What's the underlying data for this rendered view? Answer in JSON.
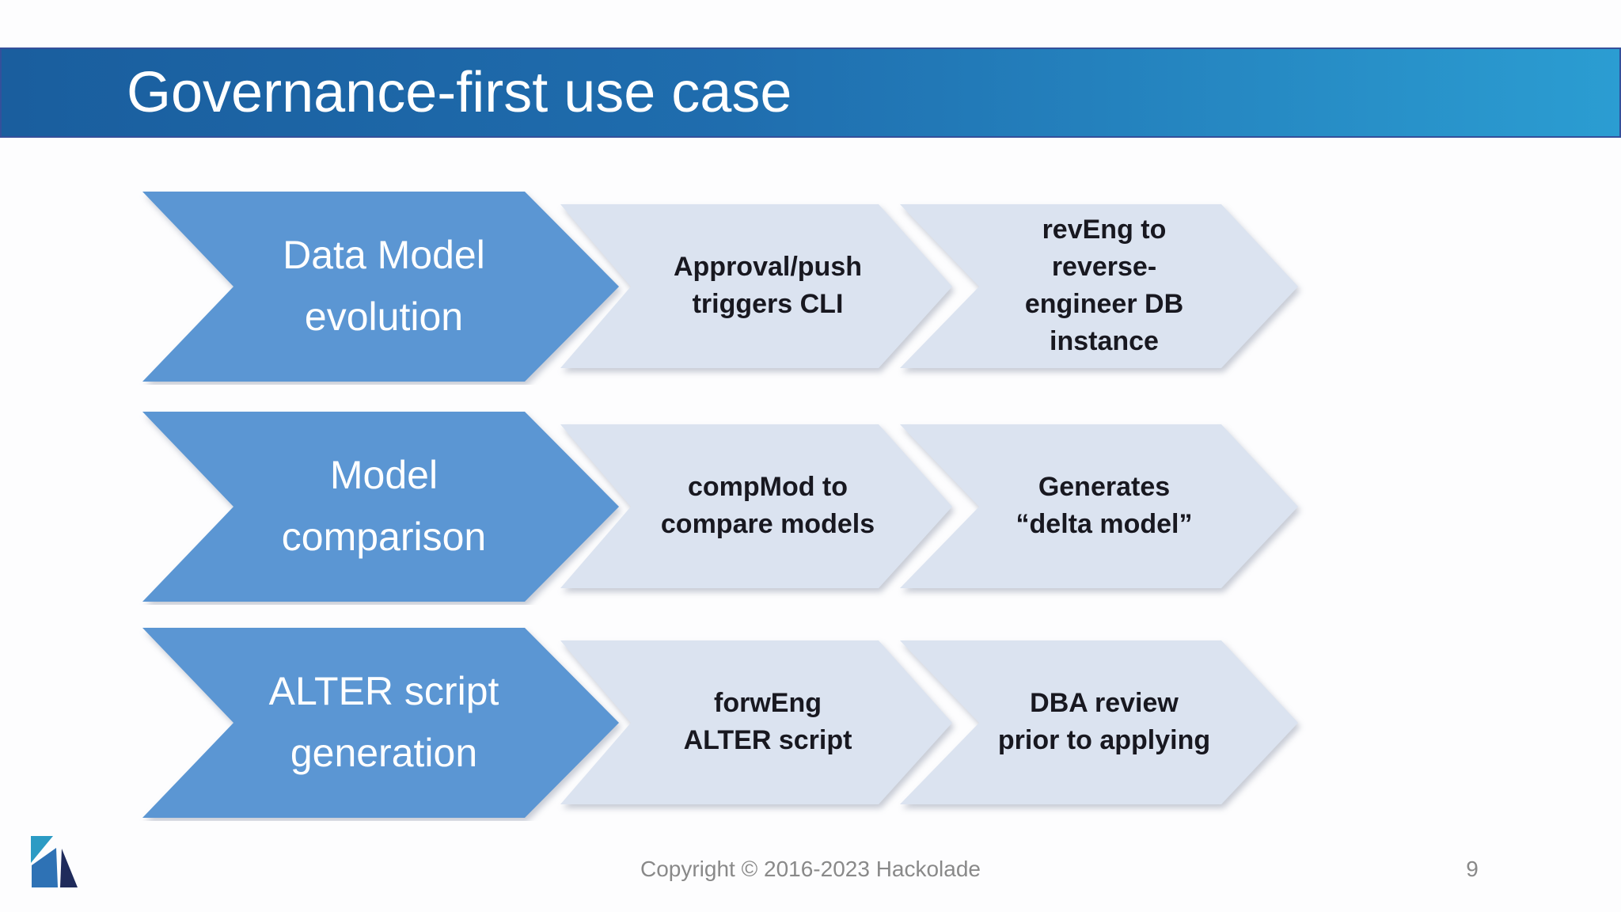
{
  "title_bar": {
    "title": "Governance-first use case"
  },
  "rows": [
    {
      "primary": "Data Model\nevolution",
      "steps": [
        {
          "text": "Approval/push\ntriggers CLI"
        },
        {
          "text": "revEng to\nreverse-\nengineer DB\ninstance"
        }
      ]
    },
    {
      "primary": "Model\ncomparison",
      "steps": [
        {
          "text": "compMod to\ncompare models"
        },
        {
          "text": "Generates\n“delta model”"
        }
      ]
    },
    {
      "primary": "ALTER script\ngeneration",
      "steps": [
        {
          "text": "forwEng\nALTER script"
        },
        {
          "text": "DBA review\nprior to applying"
        }
      ]
    }
  ],
  "footer": {
    "copyright": "Copyright © 2016-2023 Hackolade",
    "page_number": "9"
  },
  "colors": {
    "primary_arrow": "#5b96d3",
    "step_chevron": "#dbe3f0",
    "primary_text": "#ffffff",
    "step_text": "#181820",
    "banner_gradient_start": "#1a5e9e",
    "banner_gradient_end": "#2b9dd2",
    "banner_border": "#34509b",
    "footer_text": "#898989",
    "logo_teal": "#2c9bc4",
    "logo_blue": "#2e72b5",
    "logo_navy": "#1f2b5b"
  }
}
